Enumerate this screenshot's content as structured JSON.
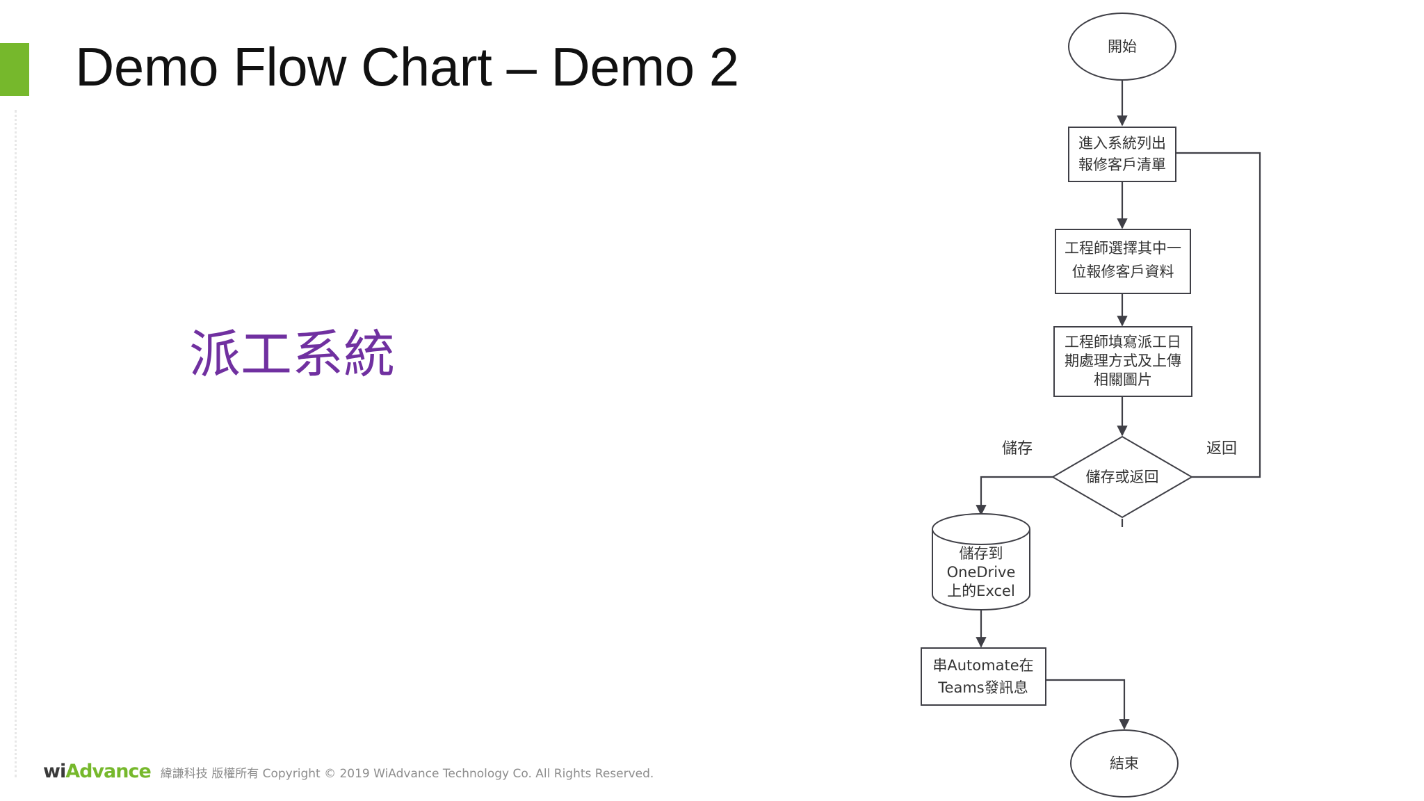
{
  "slide": {
    "title": "Demo Flow Chart – Demo 2",
    "subject_label": "派工系統",
    "accent_color": "#76b82c",
    "subject_color": "#7030a0"
  },
  "footer": {
    "logo_part1": "wi",
    "logo_part2": "Advance",
    "copyright": "緯謙科技 版權所有 Copyright © 2019 WiAdvance Technology Co. All Rights Reserved."
  },
  "chart_data": {
    "type": "diagram",
    "title": "Demo Flow Chart – Demo 2",
    "nodes": [
      {
        "id": "start",
        "shape": "ellipse",
        "lines": [
          "開始"
        ]
      },
      {
        "id": "list",
        "shape": "rect",
        "lines": [
          "進入系統列出",
          "報修客戶清單"
        ]
      },
      {
        "id": "select",
        "shape": "rect",
        "lines": [
          "工程師選擇其中一",
          "位報修客戶資料"
        ]
      },
      {
        "id": "fill",
        "shape": "rect",
        "lines": [
          "工程師填寫派工日",
          "期處理方式及上傳",
          "相關圖片"
        ]
      },
      {
        "id": "decide",
        "shape": "diamond",
        "lines": [
          "儲存或返回"
        ]
      },
      {
        "id": "store",
        "shape": "cylinder",
        "lines": [
          "儲存到",
          "OneDrive",
          "上的Excel"
        ]
      },
      {
        "id": "automate",
        "shape": "rect",
        "lines": [
          "串Automate在",
          "Teams發訊息"
        ]
      },
      {
        "id": "end",
        "shape": "ellipse",
        "lines": [
          "結束"
        ]
      }
    ],
    "edges": [
      {
        "from": "start",
        "to": "list",
        "label": ""
      },
      {
        "from": "list",
        "to": "select",
        "label": ""
      },
      {
        "from": "select",
        "to": "fill",
        "label": ""
      },
      {
        "from": "fill",
        "to": "decide",
        "label": ""
      },
      {
        "from": "decide",
        "to": "store",
        "label": "儲存"
      },
      {
        "from": "decide",
        "to": "list",
        "label": "返回"
      },
      {
        "from": "store",
        "to": "automate",
        "label": ""
      },
      {
        "from": "automate",
        "to": "end",
        "label": ""
      }
    ],
    "edge_labels": {
      "save": "儲存",
      "return": "返回"
    },
    "node_text": {
      "start": "開始",
      "list_l1": "進入系統列出",
      "list_l2": "報修客戶清單",
      "select_l1": "工程師選擇其中一",
      "select_l2": "位報修客戶資料",
      "fill_l1": "工程師填寫派工日",
      "fill_l2": "期處理方式及上傳",
      "fill_l3": "相關圖片",
      "store_l1": "儲存到",
      "store_l2": "OneDrive",
      "store_l3": "上的Excel",
      "automate_l1": "串Automate在",
      "automate_l2": "Teams發訊息",
      "end": "結束"
    }
  }
}
